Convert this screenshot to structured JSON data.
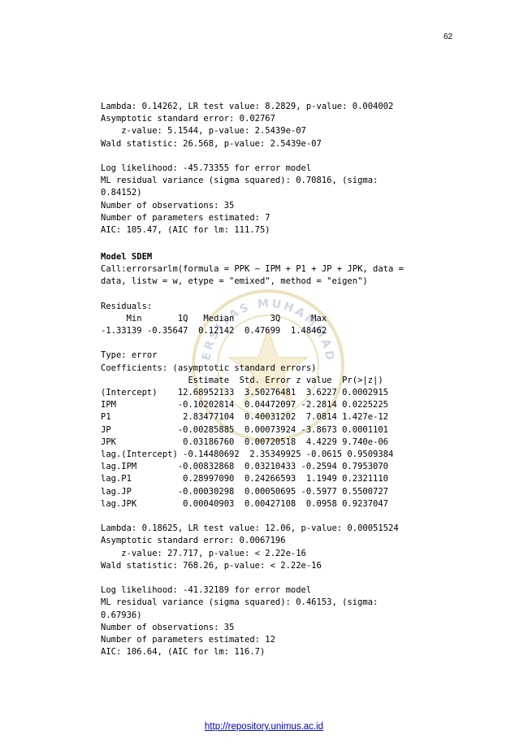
{
  "page_number": "62",
  "sec1": {
    "lines": [
      "Lambda: 0.14262, LR test value: 8.2829, p-value: 0.004002",
      "Asymptotic standard error: 0.02767",
      "    z-value: 5.1544, p-value: 2.5439e-07",
      "Wald statistic: 26.568, p-value: 2.5439e-07",
      "",
      "Log likelihood: -45.73355 for error model",
      "ML residual variance (sigma squared): 0.70816, (sigma:",
      "0.84152)",
      "Number of observations: 35",
      "Number of parameters estimated: 7",
      "AIC: 105.47, (AIC for lm: 111.75)"
    ]
  },
  "model_title": "Model SDEM",
  "sec2": {
    "lines": [
      "Call:errorsarlm(formula = PPK ~ IPM + P1 + JP + JPK, data =",
      "data, listw = w, etype = \"emixed\", method = \"eigen\")",
      "",
      "Residuals:",
      "     Min       1Q   Median       3Q      Max",
      "-1.33139 -0.35647  0.12142  0.47699  1.48462",
      "",
      "Type: error",
      "Coefficients: (asymptotic standard errors)",
      "                 Estimate  Std. Error z value  Pr(>|z|)",
      "(Intercept)    12.68952133  3.50276481  3.6227 0.0002915",
      "IPM            -0.10202814  0.04472097 -2.2814 0.0225225",
      "P1              2.83477104  0.40031202  7.0814 1.427e-12",
      "JP             -0.00285885  0.00073924 -3.8673 0.0001101",
      "JPK             0.03186760  0.00720518  4.4229 9.740e-06",
      "lag.(Intercept) -0.14480692  2.35349925 -0.0615 0.9509384",
      "lag.IPM        -0.00832868  0.03210433 -0.2594 0.7953070",
      "lag.P1          0.28997090  0.24266593  1.1949 0.2321110",
      "lag.JP         -0.00030298  0.00050695 -0.5977 0.5500727",
      "lag.JPK         0.00040903  0.00427108  0.0958 0.9237047",
      "",
      "Lambda: 0.18625, LR test value: 12.06, p-value: 0.00051524",
      "Asymptotic standard error: 0.0067196",
      "    z-value: 27.717, p-value: < 2.22e-16",
      "Wald statistic: 768.26, p-value: < 2.22e-16",
      "",
      "Log likelihood: -41.32189 for error model",
      "ML residual variance (sigma squared): 0.46153, (sigma:",
      "0.67936)",
      "Number of observations: 35",
      "Number of parameters estimated: 12",
      "AIC: 106.64, (AIC for lm: 116.7)"
    ]
  },
  "watermark_text": "UNIVERSITAS MUHAMMADIYAH",
  "footer_url": "http://repository.unimus.ac.id"
}
